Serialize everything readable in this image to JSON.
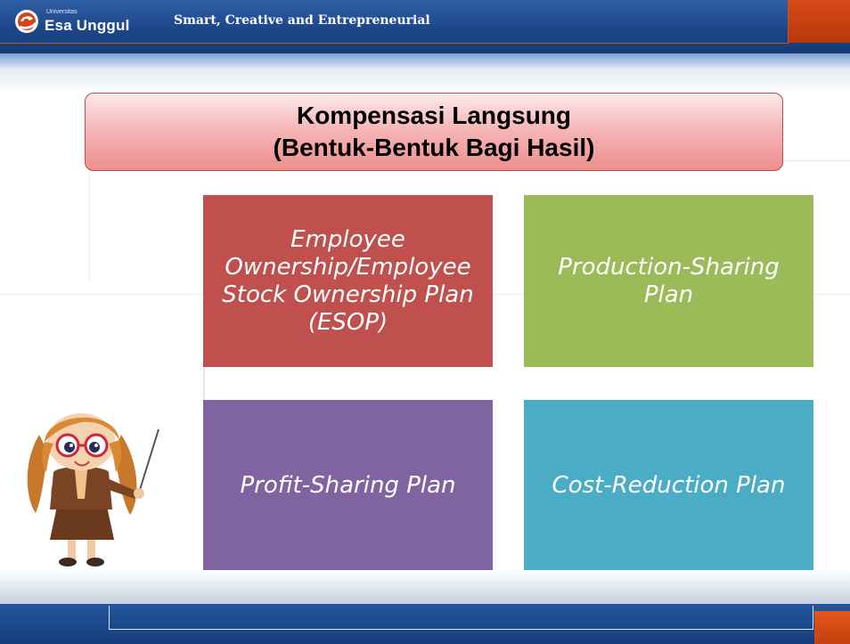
{
  "header": {
    "logo_small": "Universitas",
    "logo_name": "Esa Unggul",
    "tagline": "Smart, Creative and Entrepreneurial"
  },
  "slide": {
    "title_line1": "Kompensasi Langsung",
    "title_line2": "(Bentuk-Bentuk Bagi Hasil)"
  },
  "plans": [
    {
      "label": "Employee Ownership/Employee Stock Ownership Plan (ESOP)",
      "color": "#c0504d"
    },
    {
      "label": "Production-Sharing Plan",
      "color": "#9bbb59"
    },
    {
      "label": "Profit-Sharing Plan",
      "color": "#8064a2"
    },
    {
      "label": "Cost-Reduction Plan",
      "color": "#4bacc6"
    }
  ],
  "illustration": {
    "icon": "teacher-with-pointer-illustration"
  },
  "colors": {
    "header_blue": "#1d4689",
    "accent_orange": "#d84a16"
  }
}
